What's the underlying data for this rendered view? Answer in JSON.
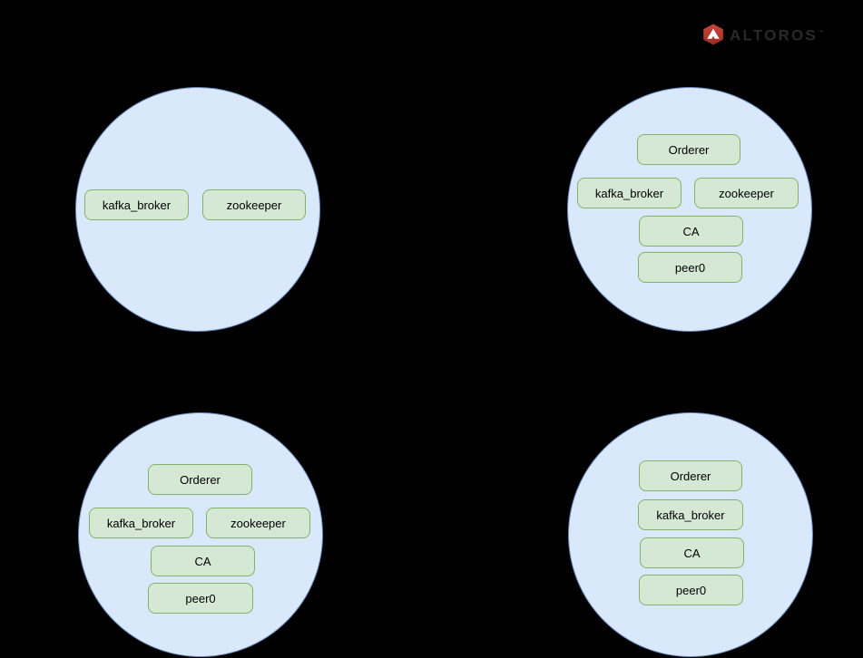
{
  "colors": {
    "background": "#000000",
    "zone_fill": "#dae8fc",
    "zone_stroke": "#6c8ebf",
    "node_fill": "#d5e8d4",
    "node_stroke": "#82b366",
    "node_text": "#000000",
    "logo_red": "#b5382f",
    "logo_text": "#2b2828"
  },
  "logo": {
    "brand": "ALTOROS",
    "tm": "™"
  },
  "circles": [
    {
      "name": "cluster-top-left",
      "boxes": [
        "kafka_broker",
        "zookeeper"
      ]
    },
    {
      "name": "cluster-top-right",
      "boxes": [
        "Orderer",
        "kafka_broker",
        "zookeeper",
        "CA",
        "peer0"
      ]
    },
    {
      "name": "cluster-bottom-left",
      "boxes": [
        "Orderer",
        "kafka_broker",
        "zookeeper",
        "CA",
        "peer0"
      ]
    },
    {
      "name": "cluster-bottom-right",
      "boxes": [
        "Orderer",
        "kafka_broker",
        "CA",
        "peer0"
      ]
    }
  ]
}
